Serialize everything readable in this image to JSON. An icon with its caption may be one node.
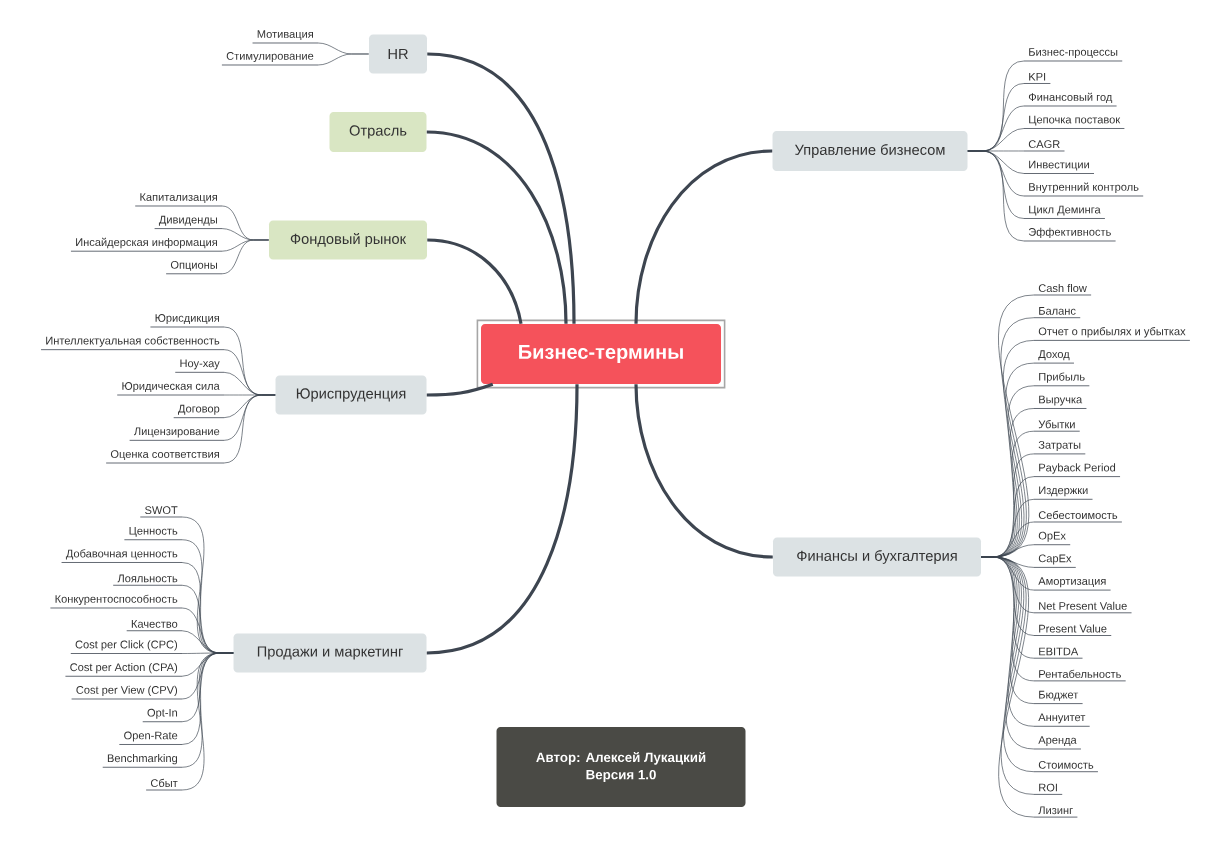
{
  "diagram": {
    "nodes": [
      {
        "text": [
          "Бизнес-термины"
        ]
      },
      {
        "text": [
          "HR"
        ]
      },
      {
        "text": [
          "Отрасль"
        ]
      },
      {
        "text": [
          "Фондовый рынок"
        ]
      },
      {
        "text": [
          "Юриспруденция"
        ]
      },
      {
        "text": [
          "Продажи и маркетинг"
        ]
      },
      {
        "text": [
          "Управление бизнесом"
        ]
      },
      {
        "text": [
          "Финансы и бухгалтерия"
        ]
      },
      {
        "text": [
          "Мотивация"
        ]
      },
      {
        "text": [
          "Стимулирование"
        ]
      },
      {
        "text": [
          "Капитализация"
        ]
      },
      {
        "text": [
          "Дивиденды"
        ]
      },
      {
        "text": [
          "Инсайдерская информация"
        ]
      },
      {
        "text": [
          "Опционы"
        ]
      },
      {
        "text": [
          "Юрисдикция"
        ]
      },
      {
        "text": [
          "Интеллектуальная собственность"
        ]
      },
      {
        "text": [
          "Ноу-хау"
        ]
      },
      {
        "text": [
          "Юридическая сила"
        ]
      },
      {
        "text": [
          "Договор"
        ]
      },
      {
        "text": [
          "Лицензирование"
        ]
      },
      {
        "text": [
          "Оценка соответствия"
        ]
      },
      {
        "text": [
          "SWOT"
        ]
      },
      {
        "text": [
          "Ценность"
        ]
      },
      {
        "text": [
          "Добавочная ценность"
        ]
      },
      {
        "text": [
          "Лояльность"
        ]
      },
      {
        "text": [
          "Конкурентоспособность"
        ]
      },
      {
        "text": [
          "Качество"
        ]
      },
      {
        "text": [
          "Cost per Click (CPC)"
        ]
      },
      {
        "text": [
          "Cost per Action (CPA)"
        ]
      },
      {
        "text": [
          "Cost per View (CPV)"
        ]
      },
      {
        "text": [
          "Opt-In"
        ]
      },
      {
        "text": [
          "Open-Rate"
        ]
      },
      {
        "text": [
          "Benchmarking"
        ]
      },
      {
        "text": [
          "Сбыт"
        ]
      },
      {
        "text": [
          "Бизнес-процессы"
        ]
      },
      {
        "text": [
          "KPI"
        ]
      },
      {
        "text": [
          "Финансовый год"
        ]
      },
      {
        "text": [
          "Цепочка поставок"
        ]
      },
      {
        "text": [
          "CAGR"
        ]
      },
      {
        "text": [
          "Инвестиции"
        ]
      },
      {
        "text": [
          "Внутренний контроль"
        ]
      },
      {
        "text": [
          "Цикл Деминга"
        ]
      },
      {
        "text": [
          "Эффективность"
        ]
      },
      {
        "text": [
          "Cash flow"
        ]
      },
      {
        "text": [
          "Баланс"
        ]
      },
      {
        "text": [
          "Отчет о прибылях и убытках"
        ]
      },
      {
        "text": [
          "Доход"
        ]
      },
      {
        "text": [
          "Прибыль"
        ]
      },
      {
        "text": [
          "Выручка"
        ]
      },
      {
        "text": [
          "Убытки"
        ]
      },
      {
        "text": [
          "Затраты"
        ]
      },
      {
        "text": [
          "Payback Period"
        ]
      },
      {
        "text": [
          "Издержки"
        ]
      },
      {
        "text": [
          "Себестоимость"
        ]
      },
      {
        "text": [
          "OpEx"
        ]
      },
      {
        "text": [
          "CapEx"
        ]
      },
      {
        "text": [
          "Амортизация"
        ]
      },
      {
        "text": [
          "Net Present Value"
        ]
      },
      {
        "text": [
          "Present Value"
        ]
      },
      {
        "text": [
          "EBITDA"
        ]
      },
      {
        "text": [
          "Рентабельность"
        ]
      },
      {
        "text": [
          "Бюджет"
        ]
      },
      {
        "text": [
          "Аннуитет"
        ]
      },
      {
        "text": [
          "Аренда"
        ]
      },
      {
        "text": [
          "Стоимость"
        ]
      },
      {
        "text": [
          "ROI"
        ]
      },
      {
        "text": [
          "Лизинг"
        ]
      },
      {
        "text": [
          "Автор: Алексей Лукацкий",
          "Версия 1.0"
        ]
      }
    ],
    "edges": [
      {
        "from": 0,
        "to": 1,
        "arrow": "none",
        "style": "thick"
      },
      {
        "from": 0,
        "to": 2,
        "arrow": "none",
        "style": "thick"
      },
      {
        "from": 0,
        "to": 3,
        "arrow": "none",
        "style": "thick"
      },
      {
        "from": 0,
        "to": 4,
        "arrow": "none",
        "style": "thick"
      },
      {
        "from": 0,
        "to": 5,
        "arrow": "none",
        "style": "thick"
      },
      {
        "from": 0,
        "to": 6,
        "arrow": "none",
        "style": "thick"
      },
      {
        "from": 0,
        "to": 7,
        "arrow": "none",
        "style": "thick"
      },
      {
        "from": 1,
        "to": 8,
        "arrow": "none"
      },
      {
        "from": 1,
        "to": 9,
        "arrow": "none"
      },
      {
        "from": 3,
        "to": 10,
        "arrow": "none"
      },
      {
        "from": 3,
        "to": 11,
        "arrow": "none"
      },
      {
        "from": 3,
        "to": 12,
        "arrow": "none"
      },
      {
        "from": 3,
        "to": 13,
        "arrow": "none"
      },
      {
        "from": 4,
        "to": 14,
        "arrow": "none"
      },
      {
        "from": 4,
        "to": 15,
        "arrow": "none"
      },
      {
        "from": 4,
        "to": 16,
        "arrow": "none"
      },
      {
        "from": 4,
        "to": 17,
        "arrow": "none"
      },
      {
        "from": 4,
        "to": 18,
        "arrow": "none"
      },
      {
        "from": 4,
        "to": 19,
        "arrow": "none"
      },
      {
        "from": 4,
        "to": 20,
        "arrow": "none"
      },
      {
        "from": 5,
        "to": 21,
        "arrow": "none"
      },
      {
        "from": 5,
        "to": 22,
        "arrow": "none"
      },
      {
        "from": 5,
        "to": 23,
        "arrow": "none"
      },
      {
        "from": 5,
        "to": 24,
        "arrow": "none"
      },
      {
        "from": 5,
        "to": 25,
        "arrow": "none"
      },
      {
        "from": 5,
        "to": 26,
        "arrow": "none"
      },
      {
        "from": 5,
        "to": 27,
        "arrow": "none"
      },
      {
        "from": 5,
        "to": 28,
        "arrow": "none"
      },
      {
        "from": 5,
        "to": 29,
        "arrow": "none"
      },
      {
        "from": 5,
        "to": 30,
        "arrow": "none"
      },
      {
        "from": 5,
        "to": 31,
        "arrow": "none"
      },
      {
        "from": 5,
        "to": 32,
        "arrow": "none"
      },
      {
        "from": 5,
        "to": 33,
        "arrow": "none"
      },
      {
        "from": 6,
        "to": 34,
        "arrow": "none"
      },
      {
        "from": 6,
        "to": 35,
        "arrow": "none"
      },
      {
        "from": 6,
        "to": 36,
        "arrow": "none"
      },
      {
        "from": 6,
        "to": 37,
        "arrow": "none"
      },
      {
        "from": 6,
        "to": 38,
        "arrow": "none"
      },
      {
        "from": 6,
        "to": 39,
        "arrow": "none"
      },
      {
        "from": 6,
        "to": 40,
        "arrow": "none"
      },
      {
        "from": 6,
        "to": 41,
        "arrow": "none"
      },
      {
        "from": 6,
        "to": 42,
        "arrow": "none"
      },
      {
        "from": 7,
        "to": 43,
        "arrow": "none"
      },
      {
        "from": 7,
        "to": 44,
        "arrow": "none"
      },
      {
        "from": 7,
        "to": 45,
        "arrow": "none"
      },
      {
        "from": 7,
        "to": 46,
        "arrow": "none"
      },
      {
        "from": 7,
        "to": 47,
        "arrow": "none"
      },
      {
        "from": 7,
        "to": 48,
        "arrow": "none"
      },
      {
        "from": 7,
        "to": 49,
        "arrow": "none"
      },
      {
        "from": 7,
        "to": 50,
        "arrow": "none"
      },
      {
        "from": 7,
        "to": 51,
        "arrow": "none"
      },
      {
        "from": 7,
        "to": 52,
        "arrow": "none"
      },
      {
        "from": 7,
        "to": 53,
        "arrow": "none"
      },
      {
        "from": 7,
        "to": 54,
        "arrow": "none"
      },
      {
        "from": 7,
        "to": 55,
        "arrow": "none"
      },
      {
        "from": 7,
        "to": 56,
        "arrow": "none"
      },
      {
        "from": 7,
        "to": 57,
        "arrow": "none"
      },
      {
        "from": 7,
        "to": 58,
        "arrow": "none"
      },
      {
        "from": 7,
        "to": 59,
        "arrow": "none"
      },
      {
        "from": 7,
        "to": 60,
        "arrow": "none"
      },
      {
        "from": 7,
        "to": 61,
        "arrow": "none"
      },
      {
        "from": 7,
        "to": 62,
        "arrow": "none"
      },
      {
        "from": 7,
        "to": 63,
        "arrow": "none"
      },
      {
        "from": 7,
        "to": 64,
        "arrow": "none"
      },
      {
        "from": 7,
        "to": 65,
        "arrow": "none"
      },
      {
        "from": 7,
        "to": 66,
        "arrow": "none"
      }
    ]
  }
}
